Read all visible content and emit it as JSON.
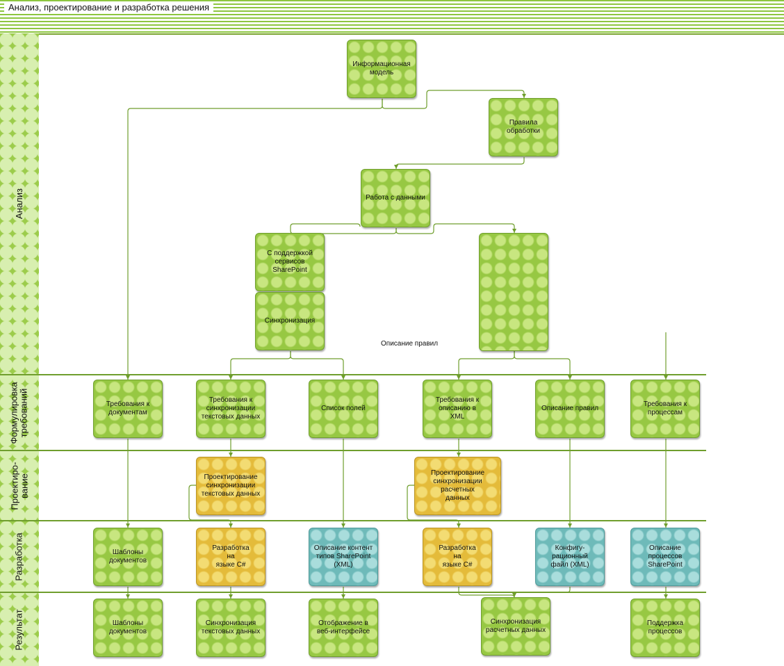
{
  "header": {
    "title": "Анализ, проектирование и разработка решения"
  },
  "lanes": [
    {
      "id": "analysis",
      "label": "Анализ"
    },
    {
      "id": "requirements",
      "label": "Формулировка\nтребований"
    },
    {
      "id": "design",
      "label": "Проектиро-\nвание"
    },
    {
      "id": "development",
      "label": "Разработка"
    },
    {
      "id": "result",
      "label": "Результат"
    }
  ],
  "boxes": {
    "info_model": "Информационная\nмодель",
    "processing_rules": "Правила\nобработки",
    "data_work": "Работа с данными",
    "sp_support": "С поддержкой\nсервисов\nSharePoint",
    "right_analysis": "",
    "sync": "Синхронизация",
    "req_docs": "Требования к\nдокументам",
    "req_text": "Требования к\nсинхронизации\nтекстовых данных",
    "req_content": "Список полей",
    "req_xml": "Требования к\nописанию в\nXML",
    "rule_desc": "Описание правил",
    "req_process": "Требования к\nпроцессам",
    "design_text": "Проектирование\nсинхронизации\nтекстовых данных",
    "design_calc": "Проектирование\nсинхронизации\nрасчетных\nданных",
    "dev_templates": "Шаблоны\nдокументов",
    "dev_cs1": "Разработка\nна\nязыке C#",
    "dev_content": "Описание контент\nтипов SharePoint\n(XML)",
    "dev_cs2": "Разработка\nна\nязыке C#",
    "dev_config": "Конфигу-\nрационный\nфайл (XML)",
    "dev_sp": "Описание\nпроцессов\nSharePoint",
    "res_templates": "Шаблоны\nдокументов",
    "res_text": "Синхронизация\nтекстовых данных",
    "res_display": "Отображение в\nвеб-интерфейсе",
    "res_calc": "Синхронизация\nрасчетных данных",
    "res_support": "Поддержка\nпроцессов"
  },
  "annotations": {
    "rules_desc": "Описание правил"
  },
  "colors": {
    "green": "#97c843",
    "yellow": "#e4bb3a",
    "teal": "#6ebab9",
    "line": "#6f9e2d"
  }
}
